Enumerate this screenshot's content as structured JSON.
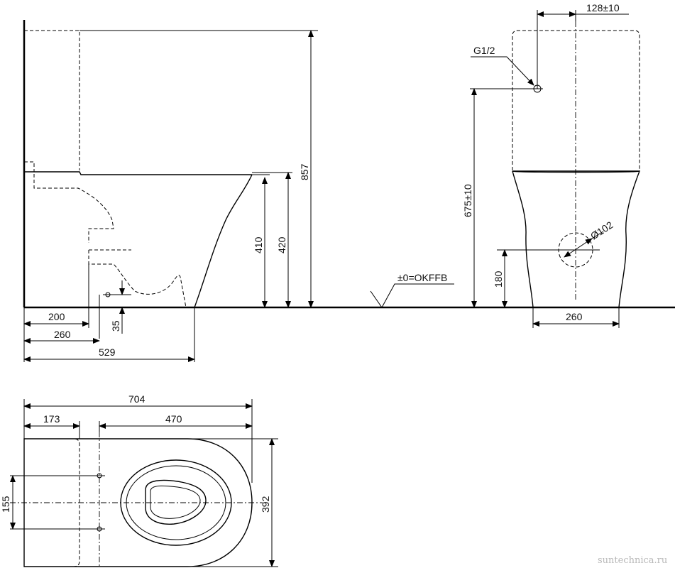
{
  "side_view": {
    "dim_200": "200",
    "dim_260": "260",
    "dim_529": "529",
    "dim_35": "35",
    "dim_410": "410",
    "dim_420": "420",
    "dim_857": "857"
  },
  "front_view": {
    "dim_128": "128±10",
    "label_g12": "G1/2",
    "dim_675": "675±10",
    "dim_102": "Ø102",
    "dim_180": "180",
    "dim_260": "260",
    "floor_label": "±0=OKFFB"
  },
  "top_view": {
    "dim_704": "704",
    "dim_173": "173",
    "dim_470": "470",
    "dim_155": "155",
    "dim_392": "392"
  },
  "watermark": "suntechnica.ru"
}
